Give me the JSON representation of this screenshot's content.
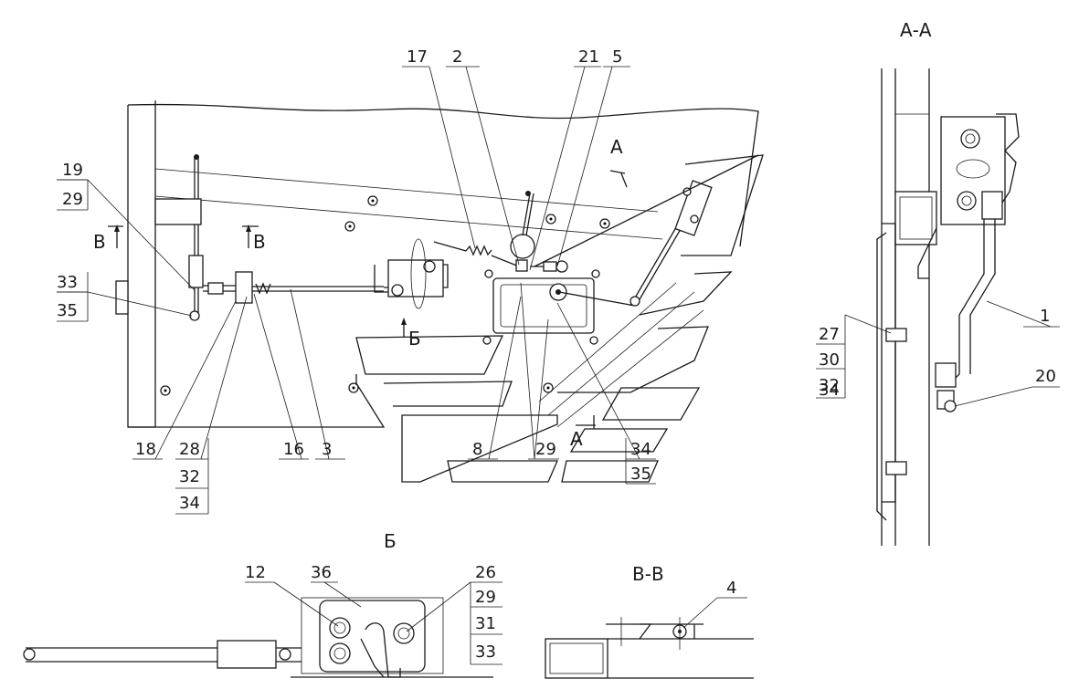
{
  "sections": {
    "aa": "А-А",
    "b": "Б",
    "vv": "В-В",
    "mark_a_top": "А",
    "mark_a_bottom": "А",
    "mark_b": "Б",
    "mark_v_left": "В",
    "mark_v_right": "В"
  },
  "callouts": {
    "c17": "17",
    "c2": "2",
    "c21": "21",
    "c5": "5",
    "c19": "19",
    "c29a": "29",
    "c33a": "33",
    "c35a": "35",
    "c18": "18",
    "c28": "28",
    "c32a": "32",
    "c34a": "34",
    "c16": "16",
    "c3": "3",
    "c8": "8",
    "c29b": "29",
    "c34b": "34",
    "c35b": "35",
    "c27": "27",
    "c30": "30",
    "c32b": "32",
    "c34c": "34",
    "c1": "1",
    "c20": "20",
    "c12": "12",
    "c36": "36",
    "c26": "26",
    "c29c": "29",
    "c31": "31",
    "c33b": "33",
    "c4": "4"
  }
}
